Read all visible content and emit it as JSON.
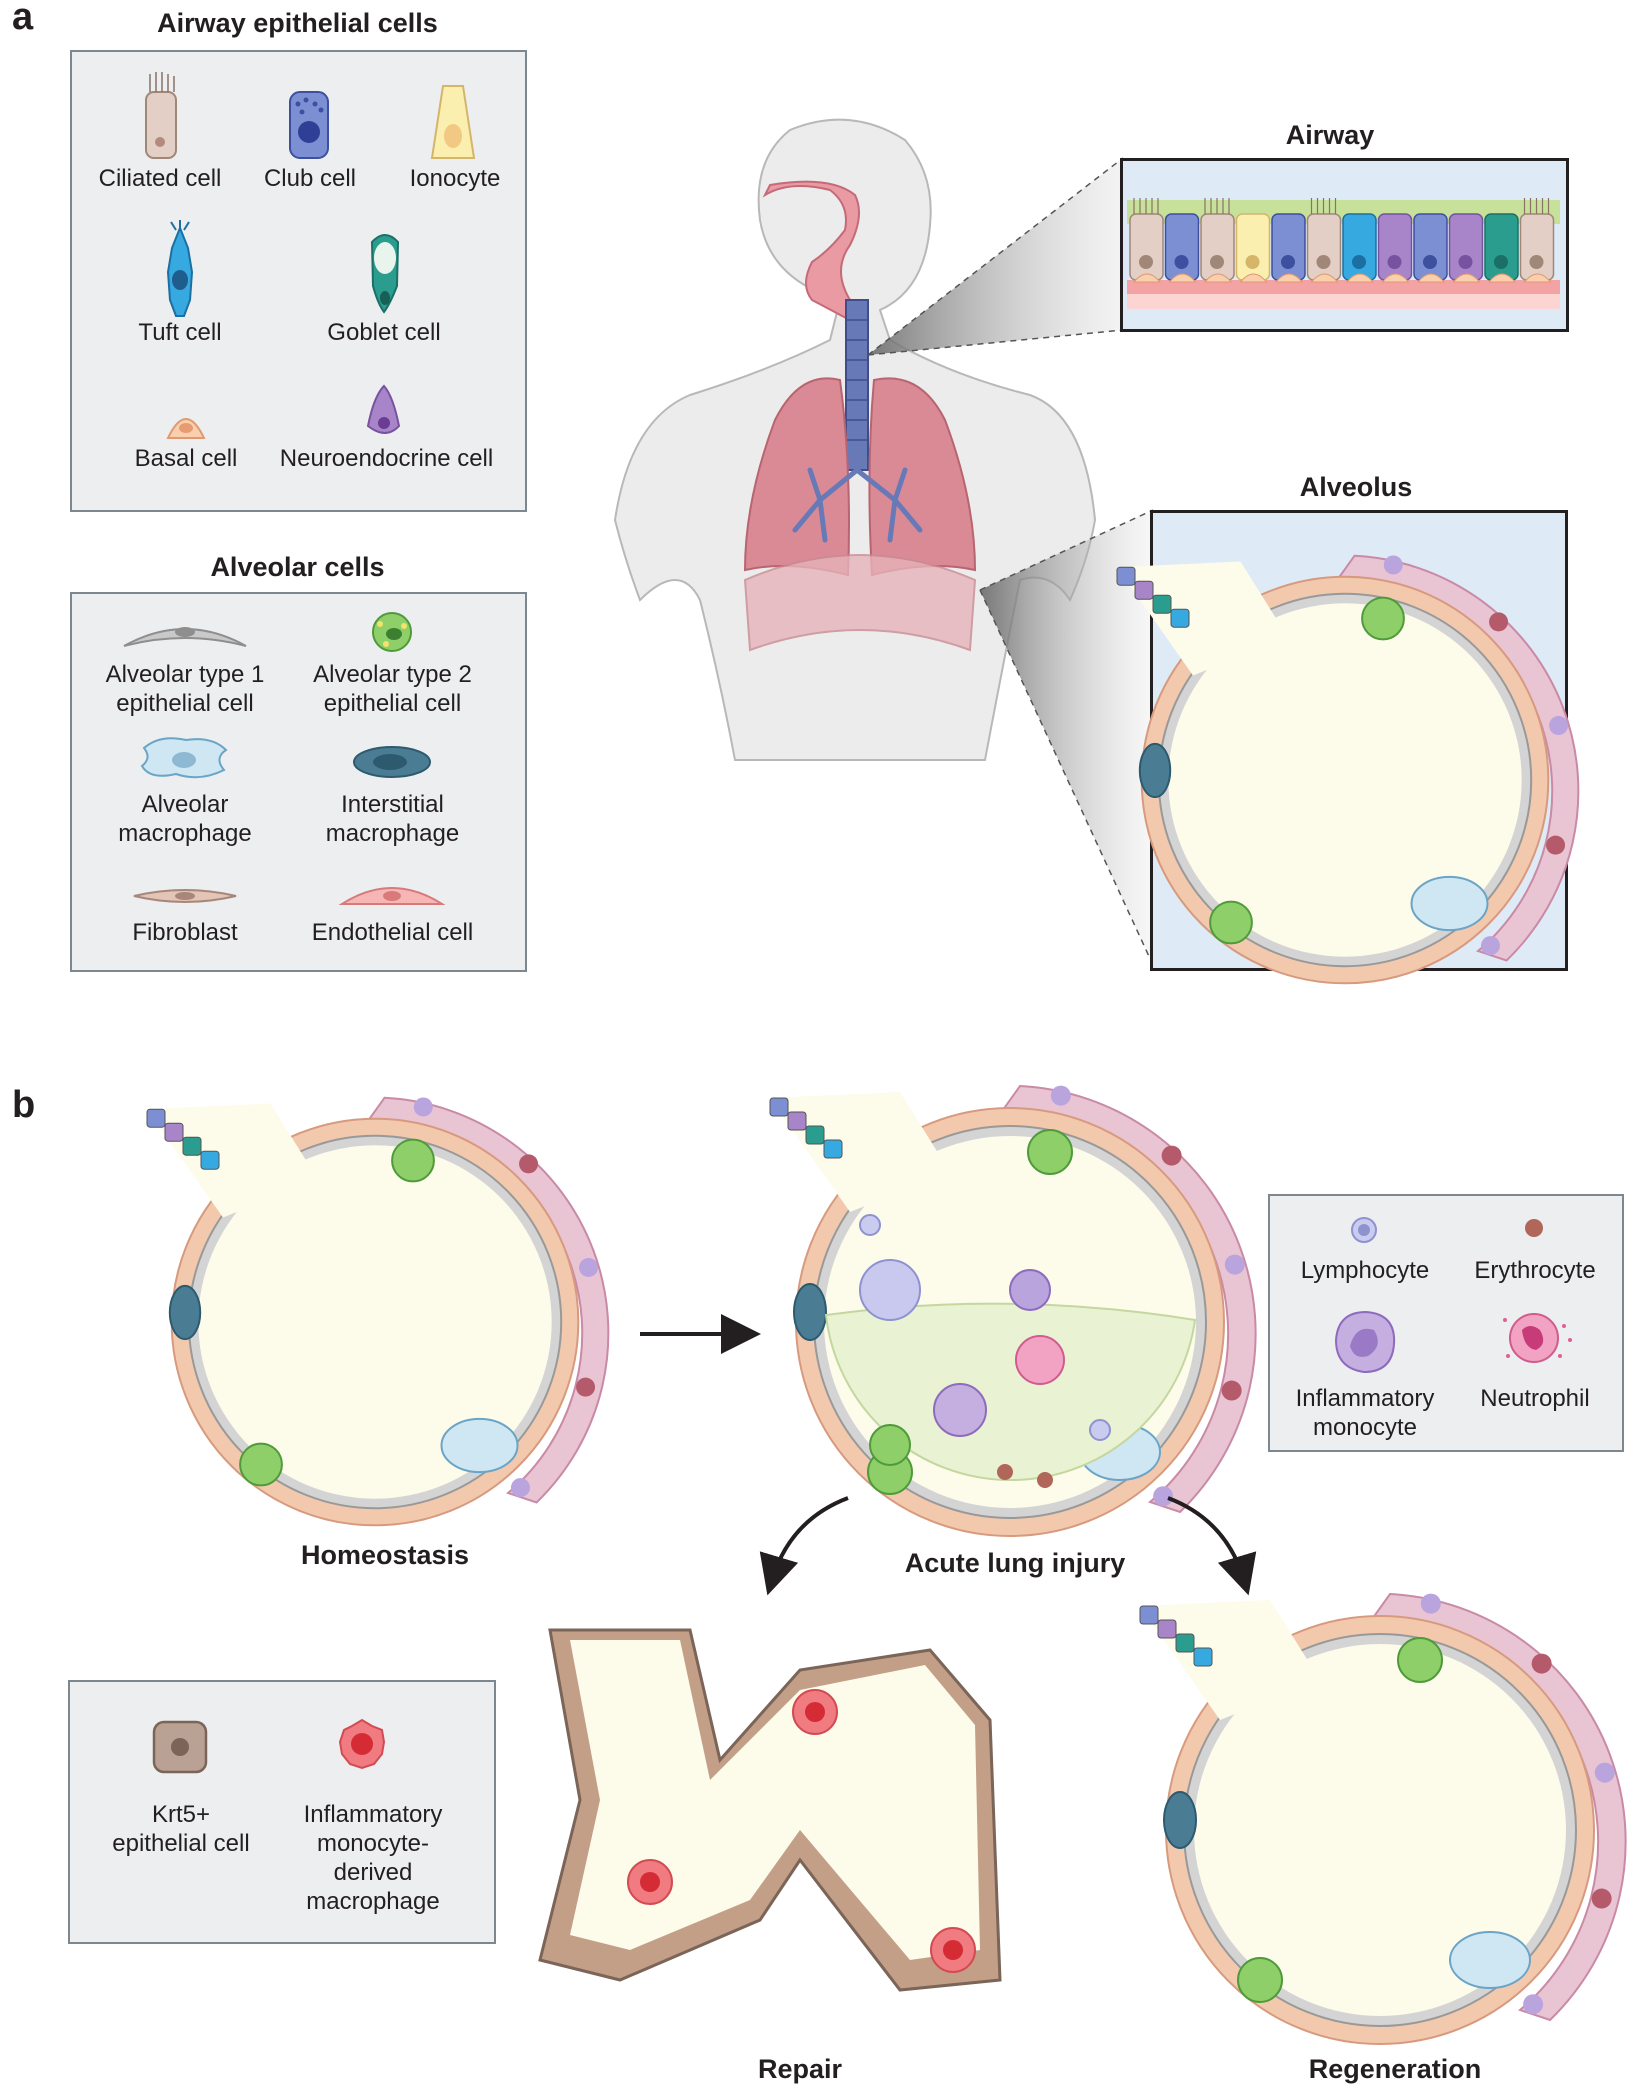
{
  "panel_a": {
    "letter": "a",
    "airway_legend": {
      "title": "Airway epithelial cells",
      "cells": [
        "Ciliated cell",
        "Club cell",
        "Ionocyte",
        "Tuft cell",
        "Goblet cell",
        "Basal cell",
        "Neuroendocrine cell"
      ]
    },
    "alveolar_legend": {
      "title": "Alveolar cells",
      "cells": [
        {
          "line1": "Alveolar type 1",
          "line2": "epithelial cell"
        },
        {
          "line1": "Alveolar type 2",
          "line2": "epithelial cell"
        },
        {
          "line1": "Alveolar",
          "line2": "macrophage"
        },
        {
          "line1": "Interstitial",
          "line2": "macrophage"
        },
        {
          "line1": "Fibroblast",
          "line2": ""
        },
        {
          "line1": "Endothelial cell",
          "line2": ""
        }
      ]
    },
    "airway_inset_title": "Airway",
    "alveolus_inset_title": "Alveolus"
  },
  "panel_b": {
    "letter": "b",
    "states": {
      "homeostasis": "Homeostasis",
      "injury": "Acute lung injury",
      "repair": "Repair",
      "regeneration": "Regeneration"
    },
    "immune_legend": {
      "cells": [
        {
          "line1": "Lymphocyte",
          "line2": ""
        },
        {
          "line1": "Erythrocyte",
          "line2": ""
        },
        {
          "line1": "Inflammatory",
          "line2": "monocyte"
        },
        {
          "line1": "Neutrophil",
          "line2": ""
        }
      ]
    },
    "repair_legend": {
      "krt5": {
        "line1": "Krt5+",
        "line2": "epithelial cell"
      },
      "macrophage": {
        "line1": "Inflammatory",
        "line2": "monocyte-",
        "line3": "derived",
        "line4": "macrophage"
      }
    }
  },
  "colors": {
    "legend_bg": "#eceef0",
    "alveolar_space": "#fdfbea",
    "inset_bg": "#deebf7",
    "fibroblast_layer": "#f3c9ae",
    "vessel": "#e9c4d3",
    "krt5": "#c39f88"
  }
}
